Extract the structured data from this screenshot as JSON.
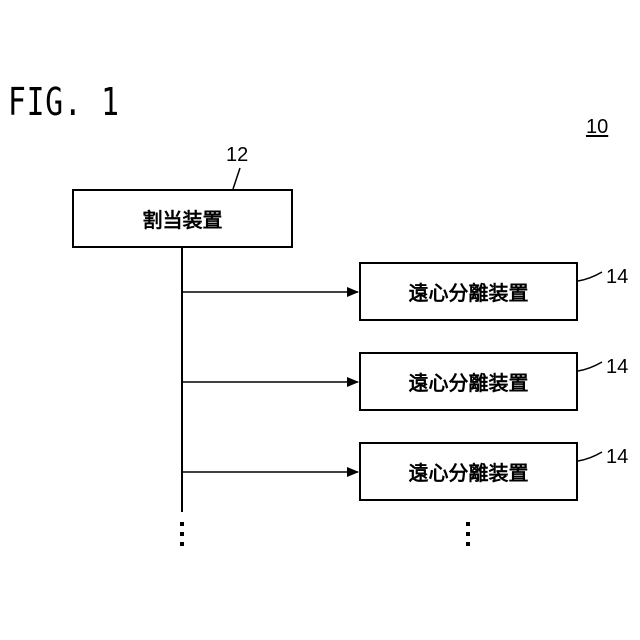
{
  "figure": {
    "title": "FIG. 1",
    "system_ref": "10"
  },
  "allocator": {
    "label": "割当装置",
    "ref": "12"
  },
  "separators": [
    {
      "label": "遠心分離装置",
      "ref": "14"
    },
    {
      "label": "遠心分離装置",
      "ref": "14"
    },
    {
      "label": "遠心分離装置",
      "ref": "14"
    }
  ]
}
